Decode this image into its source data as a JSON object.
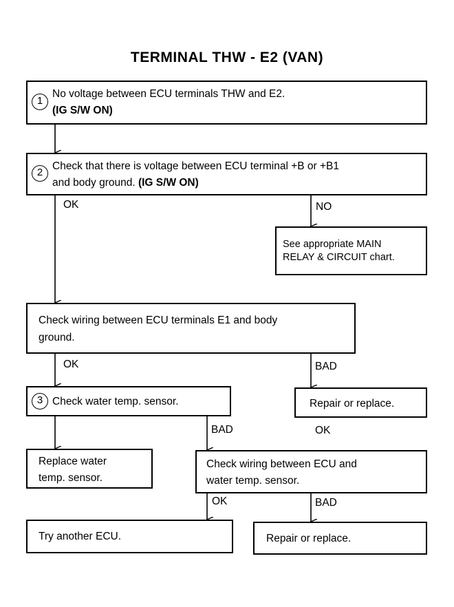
{
  "title": "TERMINAL THW - E2 (VAN)",
  "steps": {
    "step1": {
      "number": "1",
      "line1": "No voltage between ECU terminals THW and E2.",
      "line2": "(IG S/W ON)"
    },
    "step2": {
      "number": "2",
      "line1": "Check that there is voltage between ECU terminal +B or +B1",
      "line2_plain": "and body ground. ",
      "line2_bold": "(IG S/W ON)"
    },
    "main_relay": {
      "line1": "See appropriate MAIN",
      "line2": "RELAY & CIRCUIT chart."
    },
    "wiring_e1": {
      "line1": "Check wiring between ECU terminals E1 and body",
      "line2": "ground."
    },
    "step3": {
      "number": "3",
      "text": "Check water temp. sensor."
    },
    "repair1": {
      "text": "Repair or replace."
    },
    "replace_sensor": {
      "line1": "Replace water",
      "line2": "temp. sensor."
    },
    "wiring_sensor": {
      "line1": "Check wiring between ECU and",
      "line2": "water temp. sensor."
    },
    "try_ecu": {
      "text": "Try another ECU."
    },
    "repair2": {
      "text": "Repair or replace."
    }
  },
  "labels": {
    "ok1": "OK",
    "no1": "NO",
    "ok2": "OK",
    "bad1": "BAD",
    "ok_repair": "OK",
    "bad2": "BAD",
    "ok3": "OK",
    "bad3": "BAD"
  }
}
